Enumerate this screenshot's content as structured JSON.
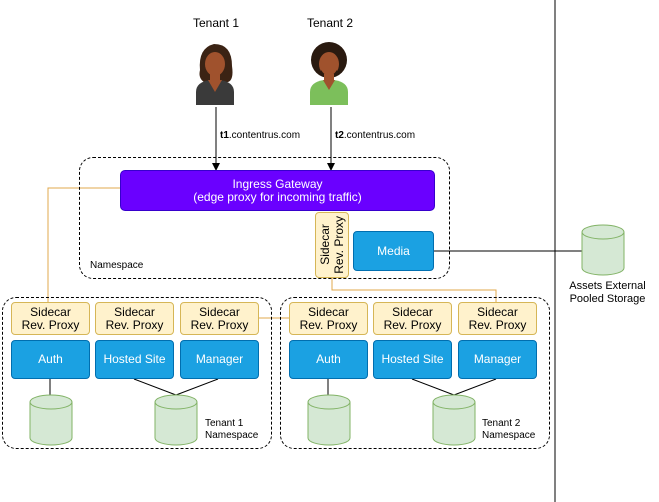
{
  "tenants": [
    {
      "label": "Tenant 1",
      "domain_prefix": "t1",
      "domain_suffix": ".contentrus.com"
    },
    {
      "label": "Tenant 2",
      "domain_prefix": "t2",
      "domain_suffix": ".contentrus.com"
    }
  ],
  "gateway": {
    "line1": "Ingress Gateway",
    "line2": "(edge proxy for incoming traffic)"
  },
  "sidecar": {
    "line1": "Sidecar",
    "line2": "Rev. Proxy"
  },
  "media_label": "Media",
  "namespace_label": "Namespace",
  "storage": {
    "line1": "Assets External",
    "line2": "Pooled Storage"
  },
  "services": [
    "Auth",
    "Hosted Site",
    "Manager"
  ],
  "tenant_namespaces": [
    {
      "line1": "Tenant 1",
      "line2": "Namespace"
    },
    {
      "line1": "Tenant 2",
      "line2": "Namespace"
    }
  ],
  "colors": {
    "gateway_fill": "#6a00ff",
    "service_fill": "#1ba1e2",
    "sidecar_fill": "#fff2cc",
    "sidecar_stroke": "#d6b656",
    "db_fill": "#d5e8d4",
    "db_stroke": "#82b366",
    "avatar_skin": "#a0522d",
    "avatar1_shirt": "#3a3a3a",
    "avatar2_shirt": "#7cbf5b"
  },
  "icons": [
    "user-icon",
    "database-icon"
  ]
}
